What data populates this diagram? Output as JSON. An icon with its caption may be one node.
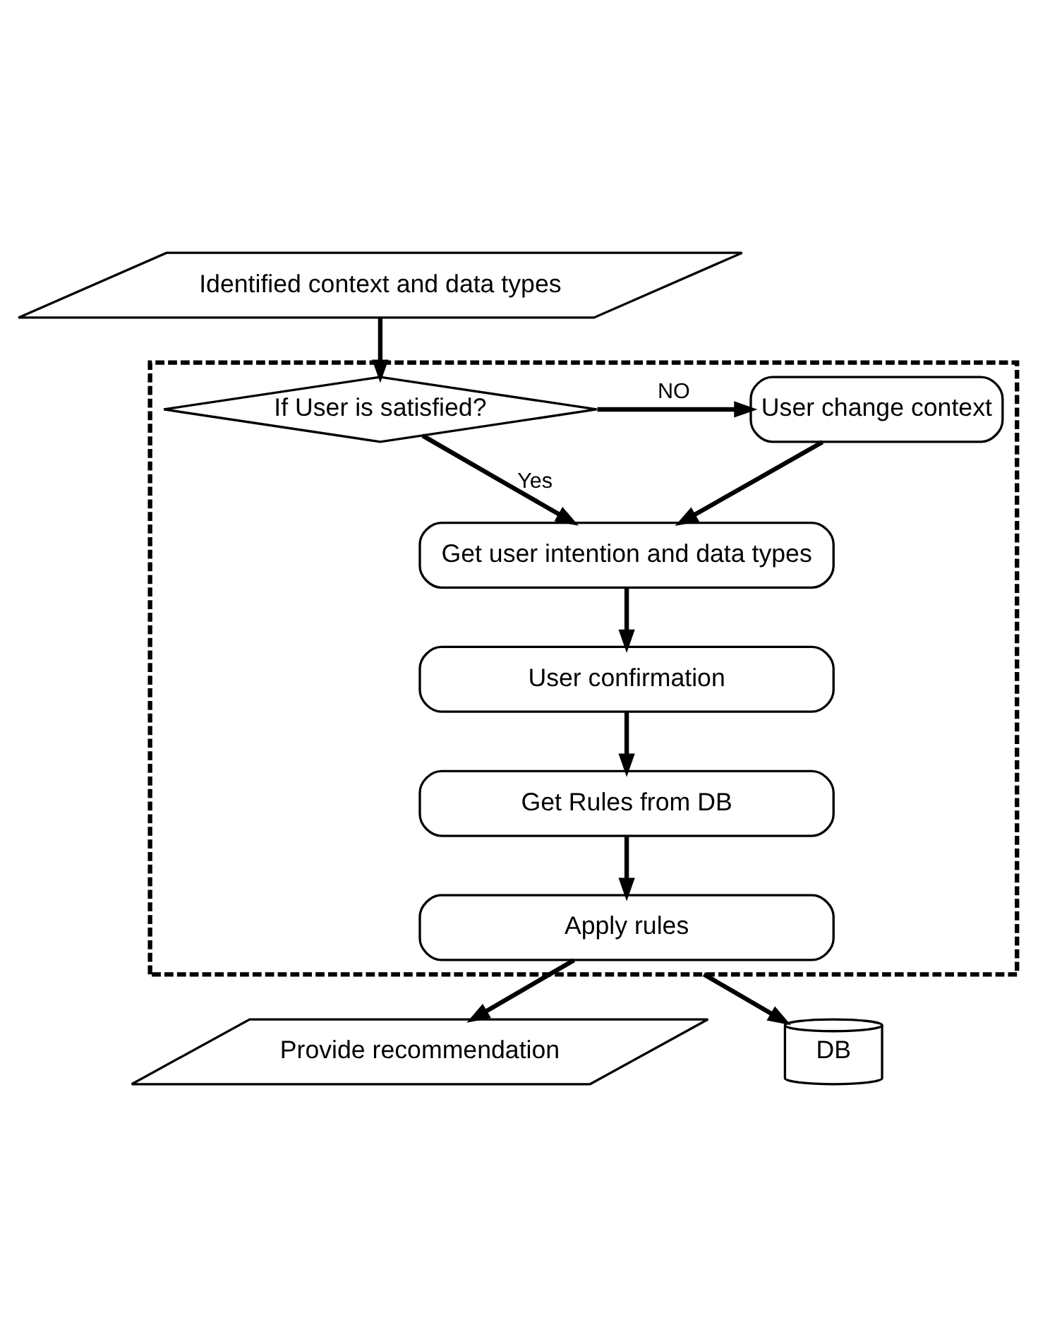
{
  "diagram": {
    "nodes": [
      {
        "text": [
          "Identified context and data types"
        ]
      },
      {
        "text": [],
        "shape": "box"
      },
      {
        "text": [
          "If User is satisfied?"
        ],
        "in": 1
      },
      {
        "text": [
          "User change context"
        ],
        "in": 1
      },
      {
        "text": [
          "Get user intention and data types"
        ],
        "in": 1
      },
      {
        "text": [
          "User confirmation"
        ],
        "in": 1
      },
      {
        "text": [
          "Get Rules from DB"
        ],
        "in": 1
      },
      {
        "text": [
          "Apply rules"
        ],
        "in": 1
      },
      {
        "text": [
          "Provide recommendation"
        ]
      },
      {
        "text": [
          "DB"
        ]
      }
    ],
    "edges": [
      {
        "from": 0,
        "to": 2,
        "arrow": "to"
      },
      {
        "from": 2,
        "to": 3,
        "arrow": "to",
        "label": "NO"
      },
      {
        "from": 3,
        "to": 4,
        "arrow": "to"
      },
      {
        "from": 2,
        "to": 4,
        "arrow": "to",
        "label": "Yes"
      },
      {
        "from": 4,
        "to": 5,
        "arrow": "to"
      },
      {
        "from": 5,
        "to": 6,
        "arrow": "to"
      },
      {
        "from": 6,
        "to": 7,
        "arrow": "to"
      },
      {
        "from": 7,
        "to": 8,
        "arrow": "to"
      },
      {
        "from": 1,
        "to": 9,
        "arrow": "to"
      }
    ]
  }
}
